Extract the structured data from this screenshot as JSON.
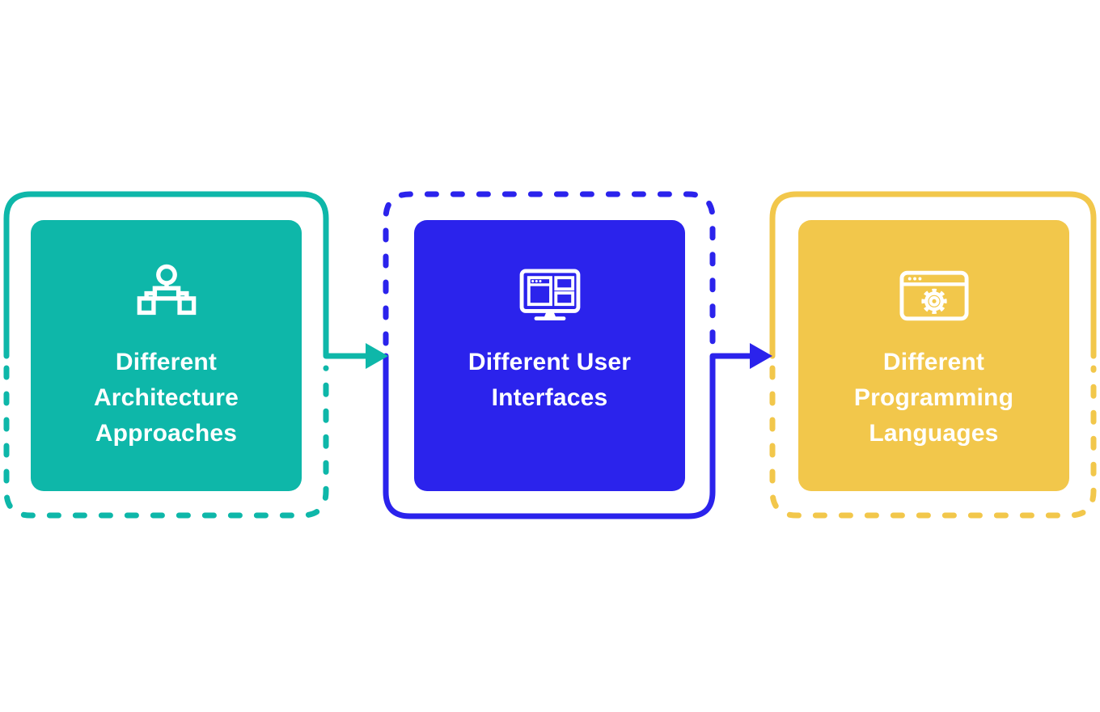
{
  "colors": {
    "teal": "#0EB7A9",
    "blue": "#2B23EC",
    "yellow": "#F2C74B",
    "white": "#FFFFFF",
    "background": "#FFFFFF"
  },
  "diagram": {
    "boxes": [
      {
        "label": "Different Architecture Approaches",
        "lines": [
          "Different",
          "Architecture",
          "Approaches"
        ],
        "icon": "sitemap-icon",
        "color_key": "teal",
        "frame_style": "solid-top-dashed-bottom"
      },
      {
        "label": "Different User Interfaces",
        "lines": [
          "Different User",
          "Interfaces"
        ],
        "icon": "monitor-windows-icon",
        "color_key": "blue",
        "frame_style": "dashed-top-solid-bottom"
      },
      {
        "label": "Different Programming Languages",
        "lines": [
          "Different",
          "Programming",
          "Languages"
        ],
        "icon": "browser-gear-icon",
        "color_key": "yellow",
        "frame_style": "solid-top-dashed-bottom"
      }
    ],
    "arrows": [
      {
        "from": "Different Architecture Approaches",
        "to": "Different User Interfaces",
        "color_key": "teal"
      },
      {
        "from": "Different User Interfaces",
        "to": "Different Programming Languages",
        "color_key": "blue"
      }
    ]
  }
}
